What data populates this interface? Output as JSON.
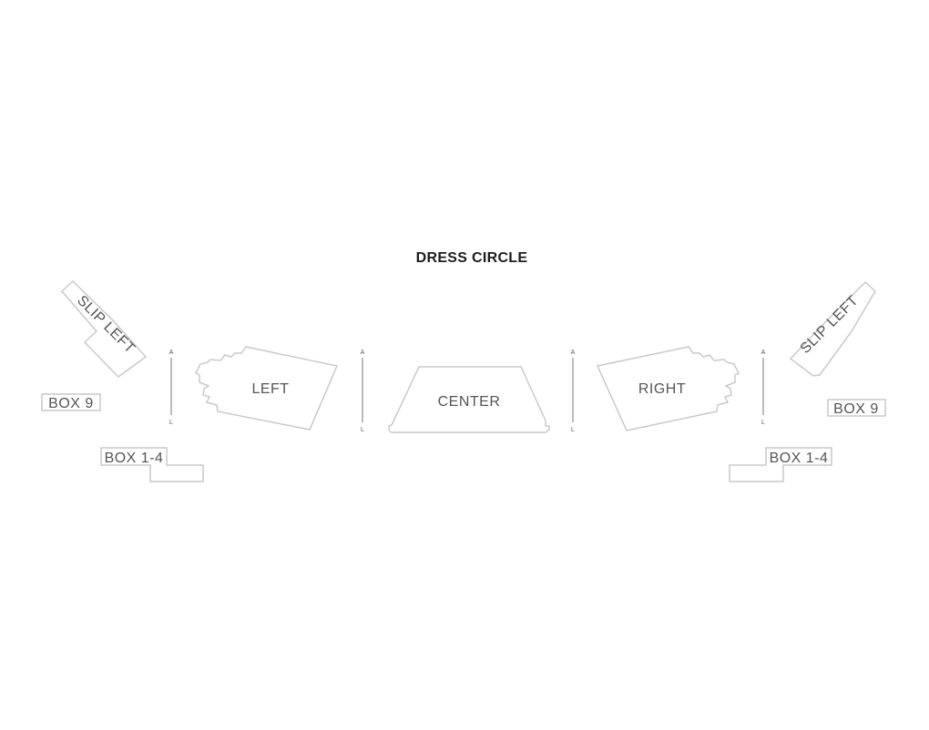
{
  "title": "DRESS CIRCLE",
  "sections": {
    "slip_left_left": "SLIP LEFT",
    "slip_left_right": "SLIP LEFT",
    "box9_left": "BOX 9",
    "box9_right": "BOX 9",
    "box14_left": "BOX 1-4",
    "box14_right": "BOX 1-4",
    "left": "LEFT",
    "center": "CENTER",
    "right": "RIGHT"
  },
  "row_markers": {
    "first_row": "A",
    "last_row": "L"
  },
  "colors": {
    "outline": "#c9c9c9",
    "label": "#555555",
    "title": "#1c1c1c"
  }
}
